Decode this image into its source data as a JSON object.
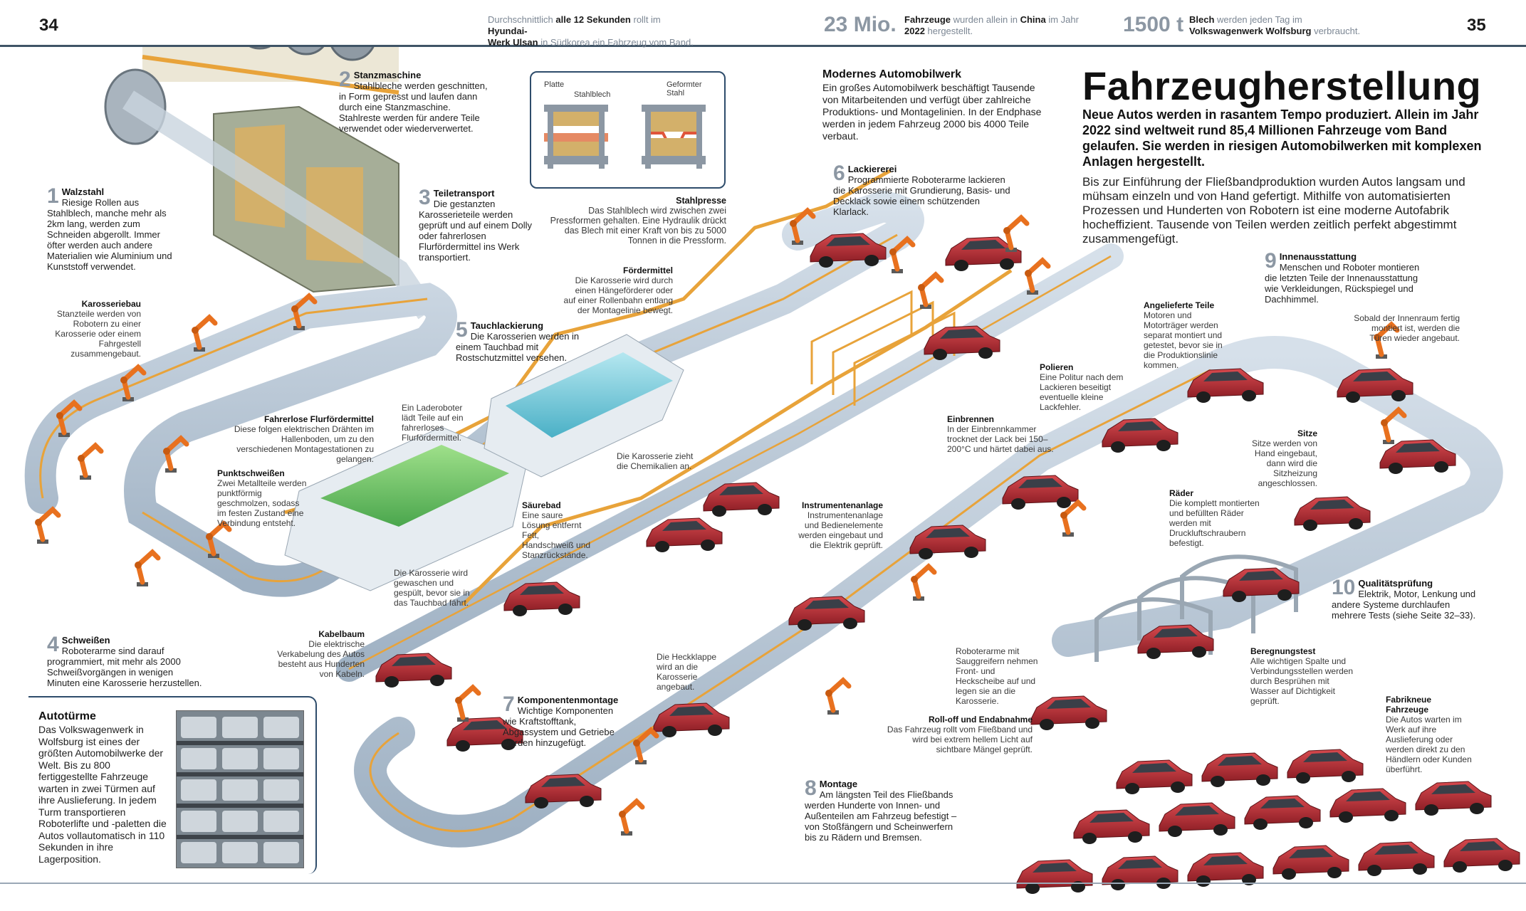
{
  "header": {
    "left_page": "34",
    "right_page": "35",
    "fact1": {
      "a": "Durchschnittlich ",
      "b": "alle 12 Sekunden",
      "c": " rollt im ",
      "d": "Hyundai-",
      "e": "Werk Ulsan",
      "f": " in Südkorea ein Fahrzeug vom Band."
    },
    "fact2": {
      "big": "23 Mio.",
      "a": "Fahrzeuge",
      "b": " wurden allein in ",
      "c": "China",
      "d": " im Jahr",
      "e": "2022",
      "f": " hergestellt."
    },
    "fact3": {
      "big": "1500 t",
      "a": "Blech",
      "b": " werden jeden Tag im",
      "c": "Volkswagenwerk Wolfsburg",
      "d": " verbraucht."
    }
  },
  "title": "Fahrzeugherstellung",
  "lead": "Neue Autos werden in rasantem Tempo produziert. Allein im Jahr 2022 sind weltweit rund 85,4 Millionen Fahrzeuge vom Band gelaufen. Sie werden in riesigen Automobilwerken mit komplexen Anlagen hergestellt.",
  "body": "Bis zur Einführung der Fließbandproduktion wurden Autos langsam und mühsam einzeln und von Hand gefertigt. Mithilfe von automatisierten Prozessen und Hunderten von Robotern ist eine moderne Autofabrik hocheffizient. Tausende von Teilen werden zeitlich perfekt abgestimmt zusammengefügt.",
  "modern": {
    "title": "Modernes Automobilwerk",
    "text": "Ein großes Automobilwerk beschäftigt Tausende von Mitarbeitenden und verfügt über zahlreiche Produktions- und Montagelinien. In der Endphase werden in jedem Fahrzeug 2000 bis 4000 Teile verbaut."
  },
  "steps": [
    {
      "n": "1",
      "title": "Walzstahl",
      "text": "Riesige Rollen aus Stahlblech, manche mehr als 2km lang, werden zum Schneiden abgerollt. Immer öfter werden auch andere Materialien wie Aluminium und Kunststoff verwendet."
    },
    {
      "n": "2",
      "title": "Stanzmaschine",
      "text": "Stahlbleche werden geschnitten, in Form gepresst und laufen dann durch eine Stanzmaschine. Stahlreste werden für andere Teile verwendet oder wiederverwertet."
    },
    {
      "n": "3",
      "title": "Teiletransport",
      "text": "Die gestanzten Karosserieteile werden geprüft und auf einem Dolly oder fahrerlosen Flurfördermittel ins Werk transportiert."
    },
    {
      "n": "4",
      "title": "Schweißen",
      "text": "Roboterarme sind darauf programmiert, mit mehr als 2000 Schweißvorgängen in wenigen Minuten eine Karosserie herzustellen."
    },
    {
      "n": "5",
      "title": "Tauchlackierung",
      "text": "Die Karosserien werden in einem Tauchbad mit Rostschutzmittel versehen."
    },
    {
      "n": "6",
      "title": "Lackiererei",
      "text": "Programmierte Roboterarme lackieren die Karosserie mit Grundierung, Basis- und Decklack sowie einem schützenden Klarlack."
    },
    {
      "n": "7",
      "title": "Komponentenmontage",
      "text": "Wichtige Komponenten wie Kraftstofftank, Abgassystem und Getriebe werden hinzugefügt."
    },
    {
      "n": "8",
      "title": "Montage",
      "text": "Am längsten Teil des Fließbands werden Hunderte von Innen- und Außenteilen am Fahrzeug befestigt – von Stoßfängern und Scheinwerfern bis zu Rädern und Bremsen."
    },
    {
      "n": "9",
      "title": "Innenausstattung",
      "text": "Menschen und Roboter montieren die letzten Teile der Innenausstattung wie Verkleidungen, Rückspiegel und Dachhimmel."
    },
    {
      "n": "10",
      "title": "Qualitätsprüfung",
      "text": "Elektrik, Motor, Lenkung und andere Systeme durchlaufen mehrere Tests (siehe Seite 32–33)."
    }
  ],
  "press": {
    "platte": "Platte",
    "stahlblech": "Stahlblech",
    "geformter": "Geformter",
    "stahl": "Stahl",
    "title": "Stahlpresse",
    "text": "Das Stahlblech wird zwischen zwei Pressformen gehalten. Eine Hydraulik drückt das Blech mit einer Kraft von bis zu 5000 Tonnen in die Pressform."
  },
  "annotations": {
    "karosseriebau": {
      "title": "Karosseriebau",
      "text": "Stanzteile werden von Robotern zu einer Karosserie oder einem Fahrgestell zusammengebaut."
    },
    "flurfoerder": {
      "title": "Fahrerlose Flurfördermittel",
      "text": "Diese folgen elektrischen Drähten im Hallenboden, um zu den verschiedenen Montagestationen zu gelangen."
    },
    "laderoboter": {
      "text": "Ein Laderoboter lädt Teile auf ein fahrerloses Flurfördermittel."
    },
    "punkt": {
      "title": "Punktschweißen",
      "text": "Zwei Metallteile werden punktförmig geschmolzen, sodass im festen Zustand eine Verbindung entsteht."
    },
    "foerdermittel": {
      "title": "Fördermittel",
      "text": "Die Karosserie wird durch einen Hängeförderer oder auf einer Rollenbahn entlang der Montagelinie bewegt."
    },
    "chemikalien": {
      "text": "Die Karosserie zieht die Chemikalien an."
    },
    "saeurebad": {
      "title": "Säurebad",
      "text": "Eine saure Lösung entfernt Fett, Handschweiß und Stanzrückstände."
    },
    "gewaschen": {
      "text": "Die Karosserie wird gewaschen und gespült, bevor sie in das Tauchbad fährt."
    },
    "kabelbaum": {
      "title": "Kabelbaum",
      "text": "Die elektrische Verkabelung des Autos besteht aus Hunderten von Kabeln."
    },
    "heckklappe": {
      "text": "Die Heckklappe wird an die Karosserie angebaut."
    },
    "instrumente": {
      "title": "Instrumentenanlage",
      "text": "Instrumentenanlage und Bedienelemente werden eingebaut und die Elektrik geprüft."
    },
    "saugreifer": {
      "text": "Roboterarme mit Sauggreifern nehmen Front- und Heckscheibe auf und legen sie an die Karosserie."
    },
    "rolloff": {
      "title": "Roll-off und Endabnahme",
      "text": "Das Fahrzeug rollt vom Fließband und wird bei extrem hellem Licht auf sichtbare Mängel geprüft."
    },
    "angeliefert": {
      "title": "Angelieferte Teile",
      "text": "Motoren und Motorträger werden separat montiert und getestet, bevor sie in die Produktionslinie kommen."
    },
    "polieren": {
      "title": "Polieren",
      "text": "Eine Politur nach dem Lackieren beseitigt eventuelle kleine Lackfehler."
    },
    "einbrennen": {
      "title": "Einbrennen",
      "text": "In der Einbrennkammer trocknet der Lack bei 150–200°C und härtet dabei aus."
    },
    "raeder": {
      "title": "Räder",
      "text": "Die komplett montierten und befüllten Räder werden mit Druckluftschraubern befestigt."
    },
    "sitze": {
      "title": "Sitze",
      "text": "Sitze werden von Hand eingebaut, dann wird die Sitzheizung angeschlossen."
    },
    "innenraum": {
      "text": "Sobald der Innenraum fertig montiert ist, werden die Türen wieder angebaut."
    },
    "beregnung": {
      "title": "Beregnungstest",
      "text": "Alle wichtigen Spalte und Verbindungsstellen werden durch Besprühen mit Wasser auf Dichtigkeit geprüft."
    },
    "fabrikneu": {
      "title": "Fabrikneue Fahrzeuge",
      "text": "Die Autos warten im Werk auf ihre Auslieferung oder werden direkt zu den Händlern oder Kunden überführt."
    }
  },
  "sidebar": {
    "title": "Autotürme",
    "text": "Das Volkswagenwerk in Wolfsburg ist eines der größten Automobilwerke der Welt. Bis zu 800 fertiggestellte Fahrzeuge warten in zwei Türmen auf ihre Auslieferung. In jedem Turm transportieren Roboterlifte und -paletten die Autos vollautomatisch in 110 Sekunden in ihre Lagerposition."
  },
  "colors": {
    "track": "#b8c7d6",
    "rail": "#e8a33a",
    "car": "#c0323a",
    "robot": "#e8711f",
    "navy": "#2e4c6b"
  }
}
